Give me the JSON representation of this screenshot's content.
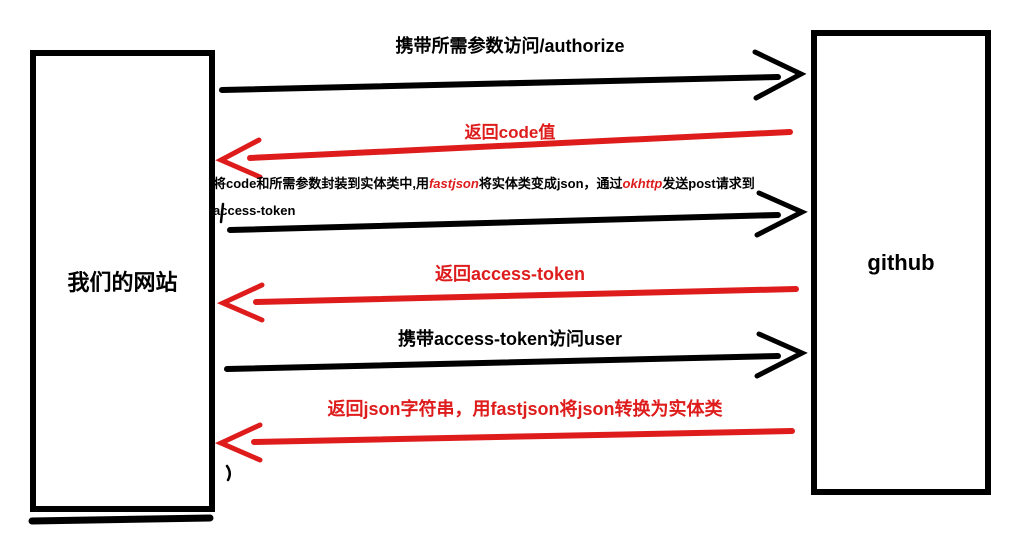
{
  "actors": {
    "left": "我们的网站",
    "right": "github"
  },
  "colors": {
    "arrow_black": "#000000",
    "arrow_red": "#de1c1c"
  },
  "messages": {
    "authorize": "携带所需参数访问/authorize",
    "return_code": "返回code值",
    "return_access_token": "返回access-token",
    "access_user": "携带access-token访问user",
    "return_json": "返回json字符串，用fastjson将json转换为实体类"
  },
  "note": {
    "segments": [
      {
        "text": "将code和所需参数封装到实体类中,用"
      },
      {
        "text": "fastjson"
      },
      {
        "text": "将实体类变成json，通过"
      },
      {
        "text": "okhttp"
      },
      {
        "text": "发送post请求到"
      }
    ],
    "line2": "access-token"
  }
}
